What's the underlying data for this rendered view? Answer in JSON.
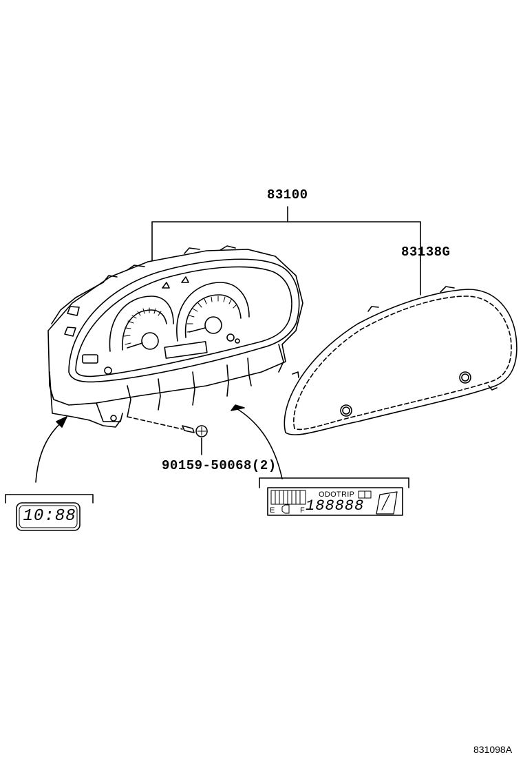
{
  "labels": {
    "cluster": "83100",
    "lens": "83138G",
    "screw": "90159-50068(2)",
    "diagram_code": "831098A"
  },
  "clock_detail": {
    "digits": "10:88"
  },
  "lcd_detail": {
    "odo_trip": "ODOTRIP",
    "fuel_empty": "E",
    "fuel_full": "F",
    "odometer_digits": "188888"
  }
}
